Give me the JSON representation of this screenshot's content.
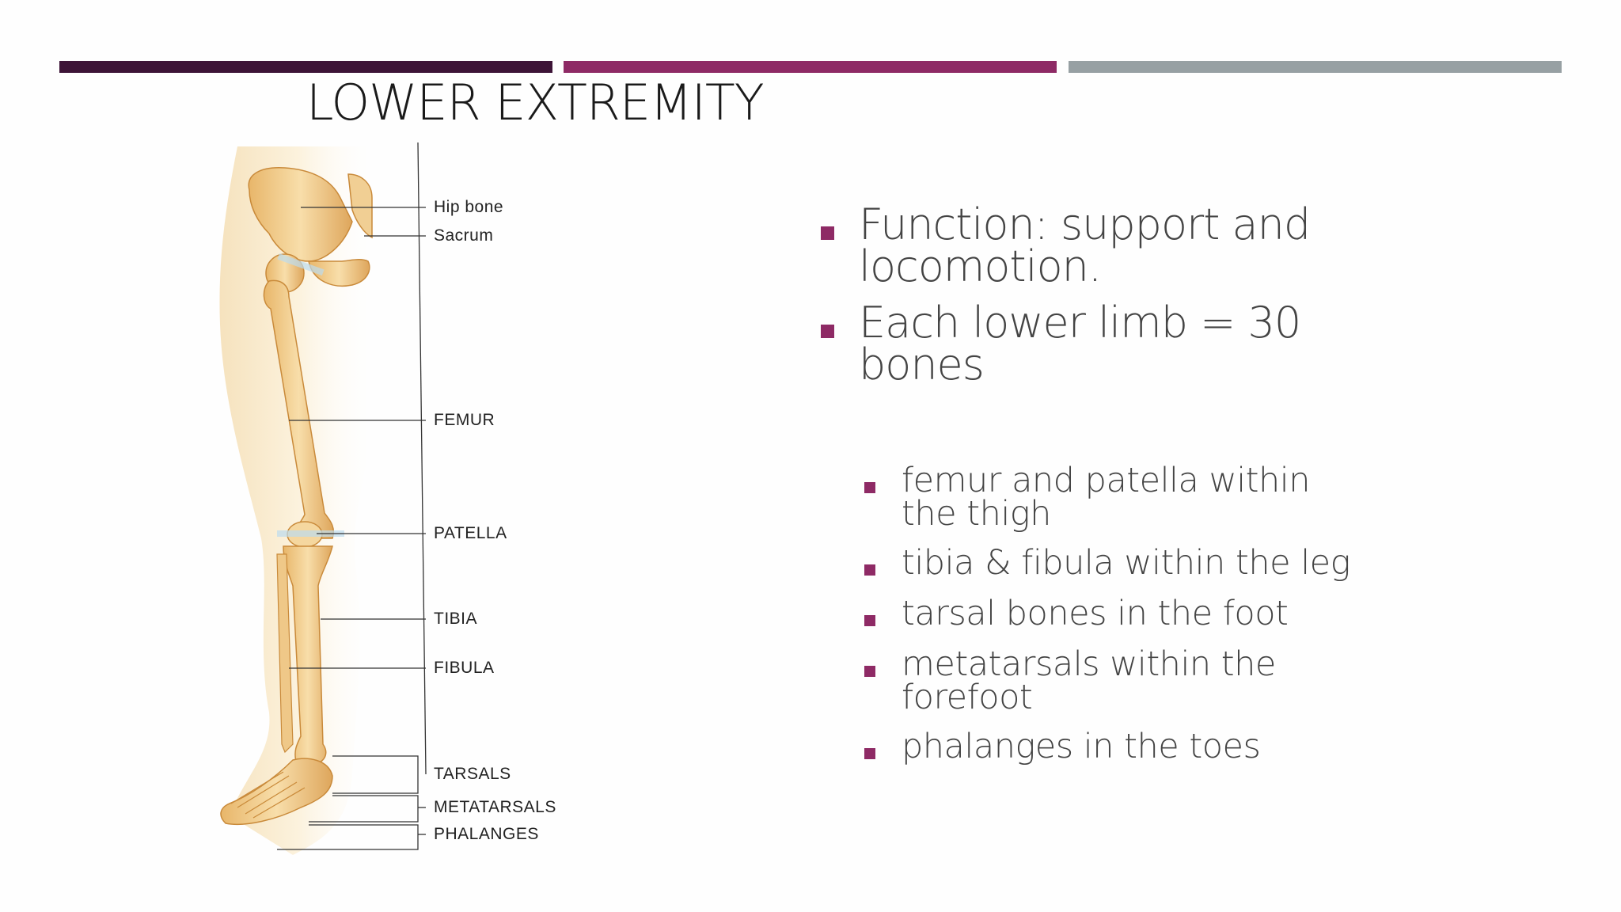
{
  "title": "LOWER EXTREMITY",
  "colors": {
    "bar1": "#3d1437",
    "bar2": "#8e2a65",
    "bar3": "#97a0a3",
    "bullet_marker": "#8e2a65",
    "text": "#444444"
  },
  "figure": {
    "labels": {
      "hip_bone": "Hip bone",
      "sacrum": "Sacrum",
      "femur": "FEMUR",
      "patella": "PATELLA",
      "tibia": "TIBIA",
      "fibula": "FIBULA",
      "tarsals": "TARSALS",
      "metatarsals": "METATARSALS",
      "phalanges": "PHALANGES"
    }
  },
  "bullets": [
    {
      "level": 1,
      "text": "Function:  support and locomotion."
    },
    {
      "level": 1,
      "text": "Each lower limb = 30 bones"
    },
    {
      "level": 2,
      "text": "femur and patella within the thigh"
    },
    {
      "level": 2,
      "text": "tibia & fibula within the leg"
    },
    {
      "level": 2,
      "text": "tarsal bones in the foot"
    },
    {
      "level": 2,
      "text": "metatarsals within the forefoot"
    },
    {
      "level": 2,
      "text": "phalanges in the toes"
    }
  ]
}
